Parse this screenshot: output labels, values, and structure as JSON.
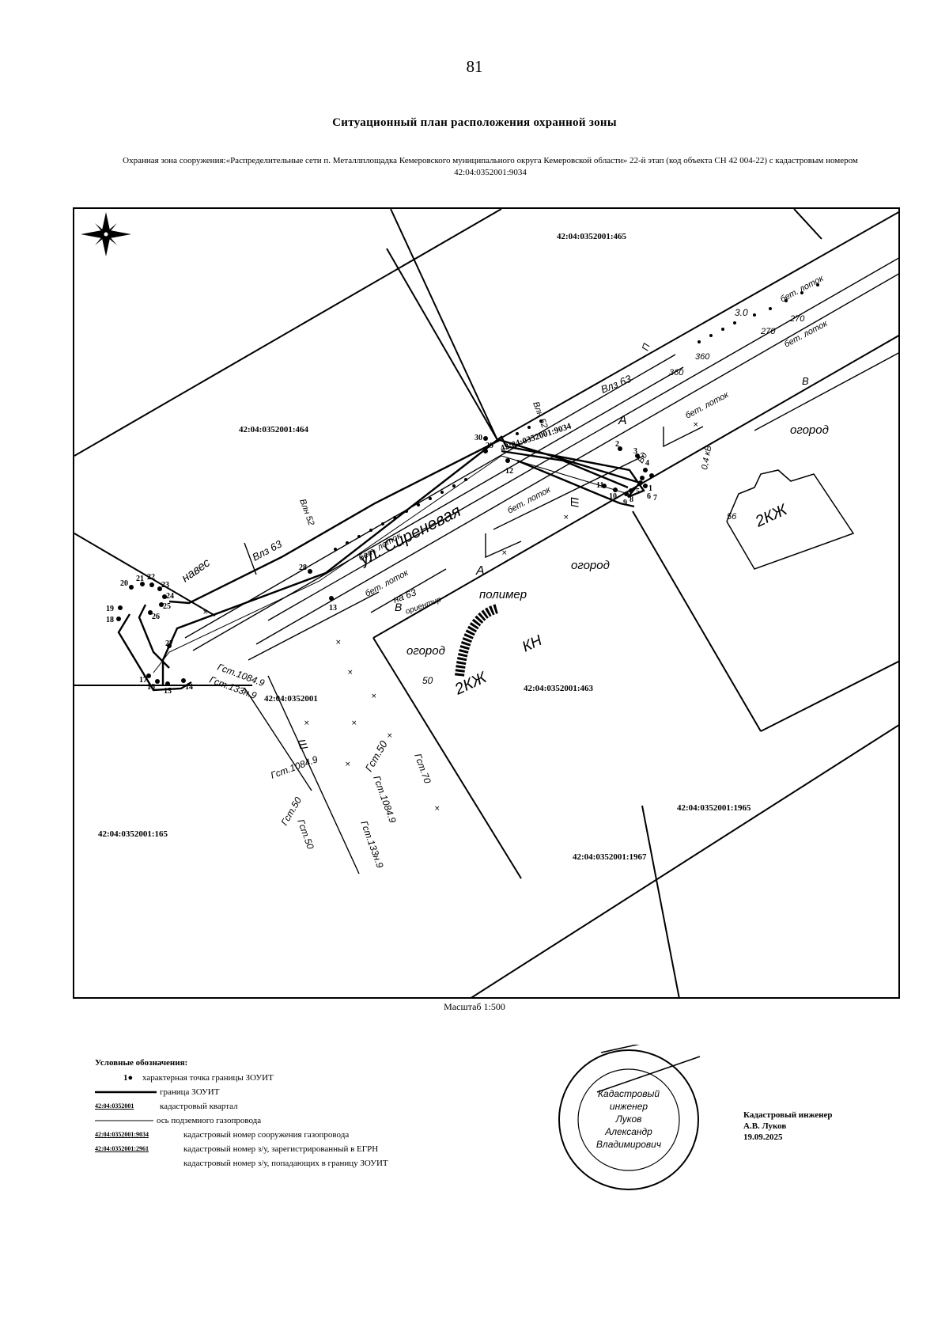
{
  "page_number": "81",
  "title": "Ситуационный план расположения охранной зоны",
  "subtitle": "Охранная зона сооружения:«Распределительные сети п. Металлплощадка Кемеровского муниципального округа Кемеровской области» 22-й этап (код объекта СН 42 004-22) с кадастровым номером 42:04:0352001:9034",
  "scale": "Масштаб 1:500",
  "map": {
    "parcels": [
      "42:04:0352001:465",
      "42:04:0352001:464",
      "42:04:0352001:463",
      "42:04:0352001:1965",
      "42:04:0352001:165",
      "42:04:0352001:1967",
      "42:04:0352001"
    ],
    "structure_number": "42:04:0352001:9034",
    "street": "ул. Сиреневая",
    "labels": {
      "navyes": "навес",
      "ogorod": "огород",
      "polimer": "полимер",
      "kzh": "2КЖ",
      "kn": "КН",
      "num_50": "50",
      "num_56": "56",
      "bet_lotok": "бет. лоток",
      "vla": "Влз 63",
      "vln": "Влн 52",
      "a": "А",
      "b": "В",
      "sh": "Ш",
      "bu": "Бд",
      "gst_1084": "Гст.1084.9",
      "gst_133": "Гст.133н.9",
      "gst_50": "Гст.50",
      "gst_70": "Гст.70",
      "na_63": "на 63",
      "orientir": "ориентир",
      "val_270": "270",
      "val_360": "360",
      "val_3": "3.0",
      "kv04": "0,4 кВ"
    },
    "points": [
      "1",
      "2",
      "3",
      "4",
      "5",
      "6",
      "7",
      "8",
      "9",
      "10",
      "11",
      "12",
      "13",
      "14",
      "15",
      "16",
      "17",
      "18",
      "19",
      "20",
      "21",
      "22",
      "23",
      "24",
      "25",
      "26",
      "27",
      "28",
      "29",
      "30"
    ]
  },
  "legend": {
    "title": "Условные обозначения:",
    "items": [
      {
        "symbol": "1●",
        "text": "характерная точка границы ЗОУИТ"
      },
      {
        "symbol": "",
        "text": "граница ЗОУИТ"
      },
      {
        "symbol": "42:04:0352001",
        "text": "кадастровый квартал"
      },
      {
        "symbol": "",
        "text": "ось подземного газопровода"
      },
      {
        "symbol": "42:04:0352001:9034",
        "text": "кадастровый номер сооружения газопровода"
      },
      {
        "symbol": "42:04:0352001:2961",
        "text": "кадастровый номер з/у, зарегистрированный в ЕГРН"
      },
      {
        "symbol": "",
        "text": "кадастровый номер з/у, попадающих в границу ЗОУИТ"
      }
    ]
  },
  "stamp": {
    "lines": [
      "Кадастровый",
      "инженер",
      "Луков",
      "Александр",
      "Владимирович"
    ]
  },
  "engineer": {
    "role": "Кадастровый инженер",
    "name": "А.В. Луков",
    "date": "19.09.2025"
  }
}
